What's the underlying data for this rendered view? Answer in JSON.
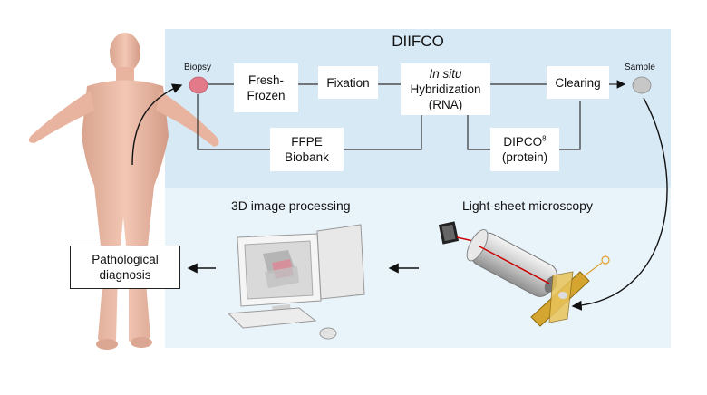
{
  "title": "DIIFCO",
  "labels": {
    "biopsy": "Biopsy",
    "sample": "Sample",
    "image_processing": "3D image processing",
    "microscopy": "Light-sheet microscopy"
  },
  "boxes": {
    "fresh_frozen": [
      "Fresh-",
      "Frozen"
    ],
    "fixation": "Fixation",
    "in_situ": {
      "line1": "In situ",
      "line2": "Hybridization",
      "line3": "(RNA)"
    },
    "clearing": "Clearing",
    "ffpe": [
      "FFPE",
      "Biobank"
    ],
    "dipco": {
      "main": "DIPCO",
      "sup": "8",
      "line2": "(protein)"
    },
    "pathological": [
      "Pathological",
      "diagnosis"
    ]
  }
}
